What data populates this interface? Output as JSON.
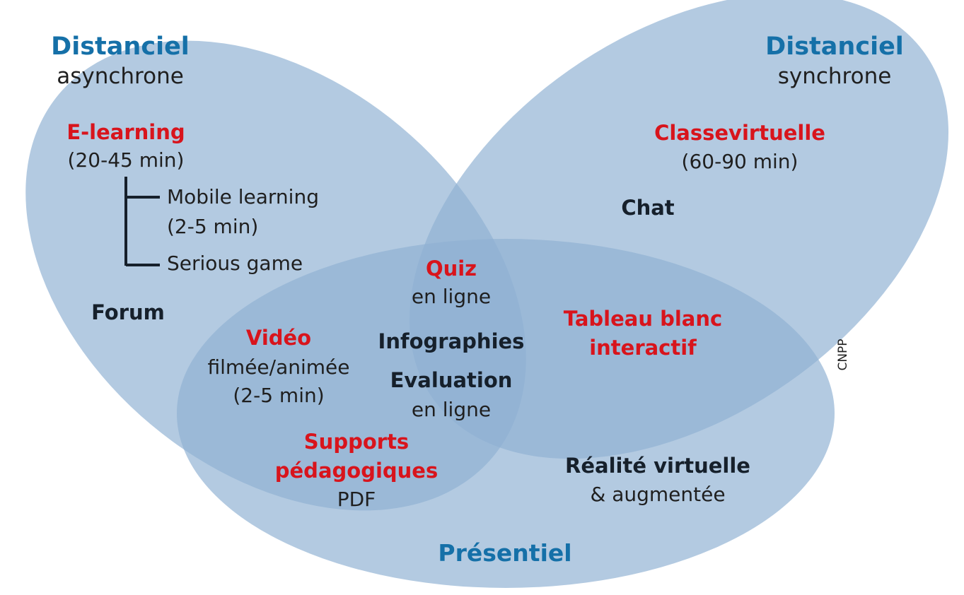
{
  "sets": {
    "async": {
      "title": "Distanciel",
      "subtitle": "asynchrone"
    },
    "sync": {
      "title": "Distanciel",
      "subtitle": "synchrone"
    },
    "presentiel": {
      "title": "Présentiel"
    }
  },
  "items": {
    "elearning": {
      "title": "E-learning",
      "duration": "(20-45 min)"
    },
    "mobile": {
      "title": "Mobile learning",
      "duration": "(2-5 min)"
    },
    "serious": {
      "title": "Serious game"
    },
    "forum": {
      "title": "Forum"
    },
    "classe": {
      "title": "Classevirtuelle",
      "duration": "(60-90 min)"
    },
    "chat": {
      "title": "Chat"
    },
    "quiz": {
      "title": "Quiz",
      "detail": "en ligne"
    },
    "infographies": {
      "title": "Infographies"
    },
    "evaluation": {
      "title": "Evaluation",
      "detail": "en ligne"
    },
    "video": {
      "title": "Vidéo",
      "detail": "filmée/animée",
      "duration": "(2-5 min)"
    },
    "tableau": {
      "line1": "Tableau blanc",
      "line2": "interactif"
    },
    "supports": {
      "line1": "Supports",
      "line2": "pédagogiques",
      "detail": "PDF"
    },
    "realite": {
      "title": "Réalité virtuelle",
      "detail": "& augmentée"
    }
  },
  "credit": "CNPP",
  "colors": {
    "fill": "#8fb1d3",
    "setTitle": "#1570a8",
    "highlight": "#d8141c",
    "text": "#16202b"
  }
}
